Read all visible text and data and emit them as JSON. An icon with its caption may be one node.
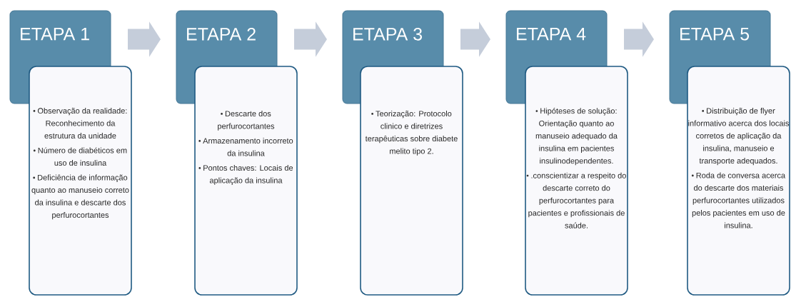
{
  "diagram": {
    "nodes": [
      {
        "text": [
          "ETAPA 1"
        ]
      },
      {
        "text": [
          "Observação da realidade: Reconhecimento da estrutura da unidade",
          "Número de diabéticos em uso de insulina",
          "Deficiência de informação quanto ao manuseio correto da insulina e descarte dos perfurocortantes"
        ]
      },
      {
        "text": [
          "ETAPA 2"
        ]
      },
      {
        "text": [
          "Descarte dos perfurocortantes",
          "Armazenamento incorreto da insulina",
          "Pontos chaves: Locais de aplicação da insulina"
        ]
      },
      {
        "text": [
          "ETAPA 3"
        ]
      },
      {
        "text": [
          "Teorização: Protocolo clinico e diretrizes terapêuticas sobre diabete melito tipo 2."
        ]
      },
      {
        "text": [
          "ETAPA 4"
        ]
      },
      {
        "text": [
          "Hipóteses de solução: Orientação quanto ao manuseio adequado da insulina em pacientes insulinodependentes.",
          ".conscientizar a respeito do descarte correto do perfurocortantes para pacientes e profissionais de saúde."
        ]
      },
      {
        "text": [
          "ETAPA 5"
        ]
      },
      {
        "text": [
          "Distribuição de flyer informativo acerca dos locais corretos de aplicação da insulina, manuseio e transporte adequados.",
          "Roda de conversa acerca do descarte dos materiais perfurocortantes utilizados pelos pacientes em uso de insulina."
        ]
      }
    ],
    "edges": [
      {
        "from": 0,
        "to": 2,
        "arrow": "to"
      },
      {
        "from": 2,
        "to": 4,
        "arrow": "to"
      },
      {
        "from": 4,
        "to": 6,
        "arrow": "to"
      },
      {
        "from": 6,
        "to": 8,
        "arrow": "to"
      }
    ]
  }
}
